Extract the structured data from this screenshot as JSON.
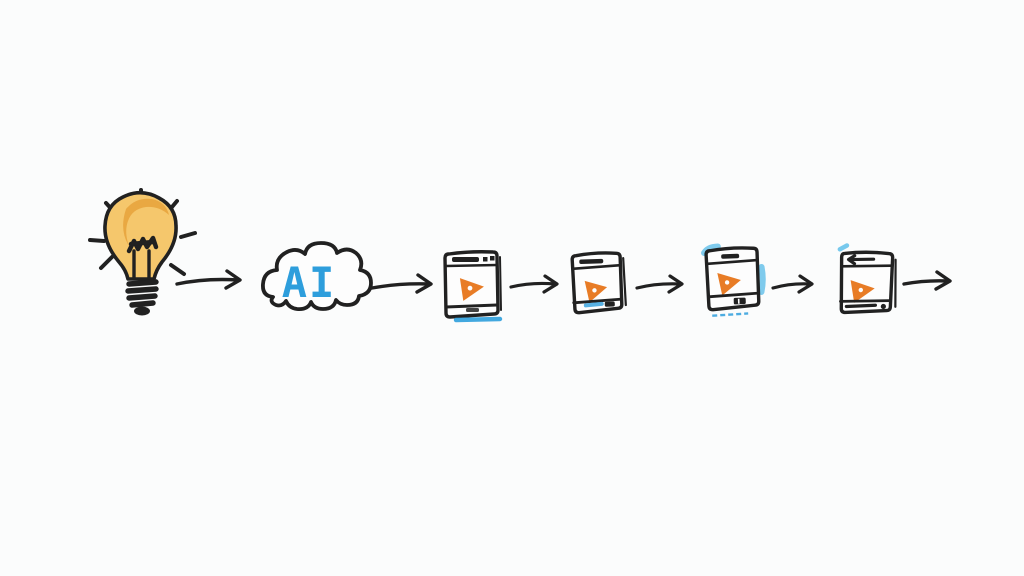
{
  "canvas": {
    "background_color": "#fbfcfc",
    "style": "hand-drawn sketch workflow illustration"
  },
  "palette": {
    "ink": "#212121",
    "bulb_yellow": "#f5c76c",
    "bulb_orange": "#e8a43e",
    "play_orange": "#e87c26",
    "accent_blue": "#2e9edc",
    "accent_blue_light": "#56bbe8",
    "shape_fill": "#fdfdfd"
  },
  "diagram": {
    "cloud_label": "AI",
    "steps": [
      {
        "name": "idea",
        "icon": "lightbulb-icon"
      },
      {
        "name": "ai",
        "icon": "ai-cloud-icon",
        "label": "AI"
      },
      {
        "name": "video-browser",
        "icon": "video-player-window-icon"
      },
      {
        "name": "video-device-1",
        "icon": "video-player-square-icon"
      },
      {
        "name": "video-tablet",
        "icon": "video-player-tablet-icon"
      },
      {
        "name": "video-device-2",
        "icon": "video-player-square-icon"
      }
    ],
    "connector_icon": "arrow-right-icon",
    "connector_count": 6
  }
}
